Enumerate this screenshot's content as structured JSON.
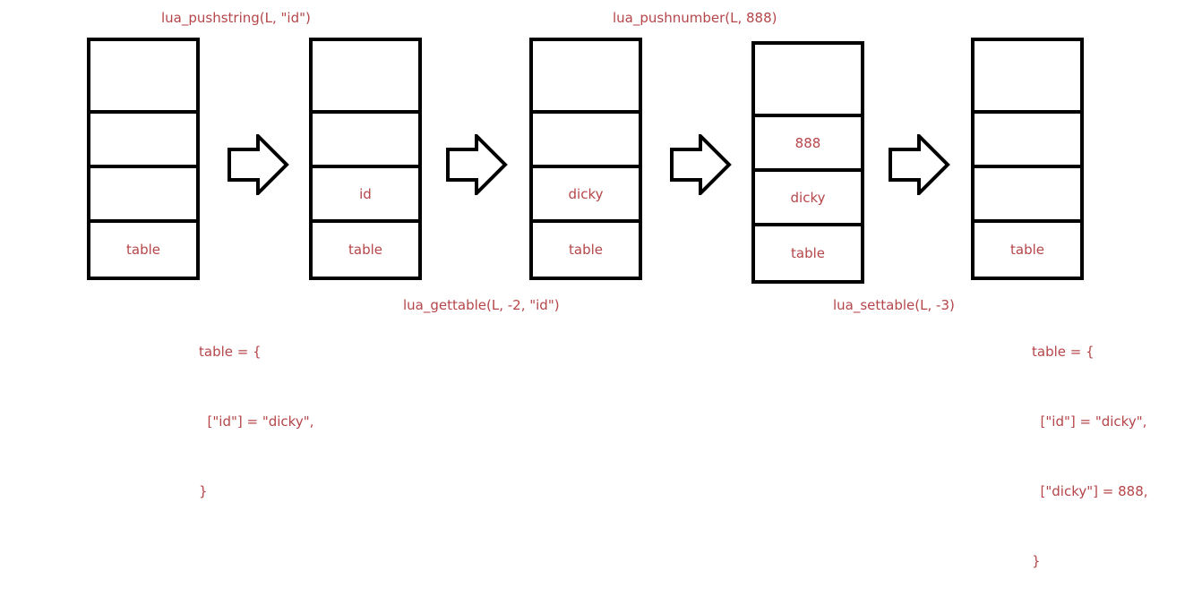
{
  "top_labels": {
    "push_string": "lua_pushstring(L, \"id\")",
    "push_number": "lua_pushnumber(L, 888)"
  },
  "bottom_labels": {
    "get_table": "lua_gettable(L, -2, \"id\")",
    "set_table": "lua_settable(L, -3)"
  },
  "stacks": [
    {
      "slots": [
        "",
        "",
        "",
        "table"
      ]
    },
    {
      "slots": [
        "",
        "",
        "id",
        "table"
      ]
    },
    {
      "slots": [
        "",
        "",
        "dicky",
        "table"
      ]
    },
    {
      "slots": [
        "",
        "888",
        "dicky",
        "table"
      ]
    },
    {
      "slots": [
        "",
        "",
        "",
        "table"
      ]
    }
  ],
  "code_before": [
    "table = {",
    "  [\"id\"] = \"dicky\",",
    "}"
  ],
  "code_after": [
    "table = {",
    "  [\"id\"] = \"dicky\",",
    "  [\"dicky\"] = 888,",
    "}"
  ]
}
